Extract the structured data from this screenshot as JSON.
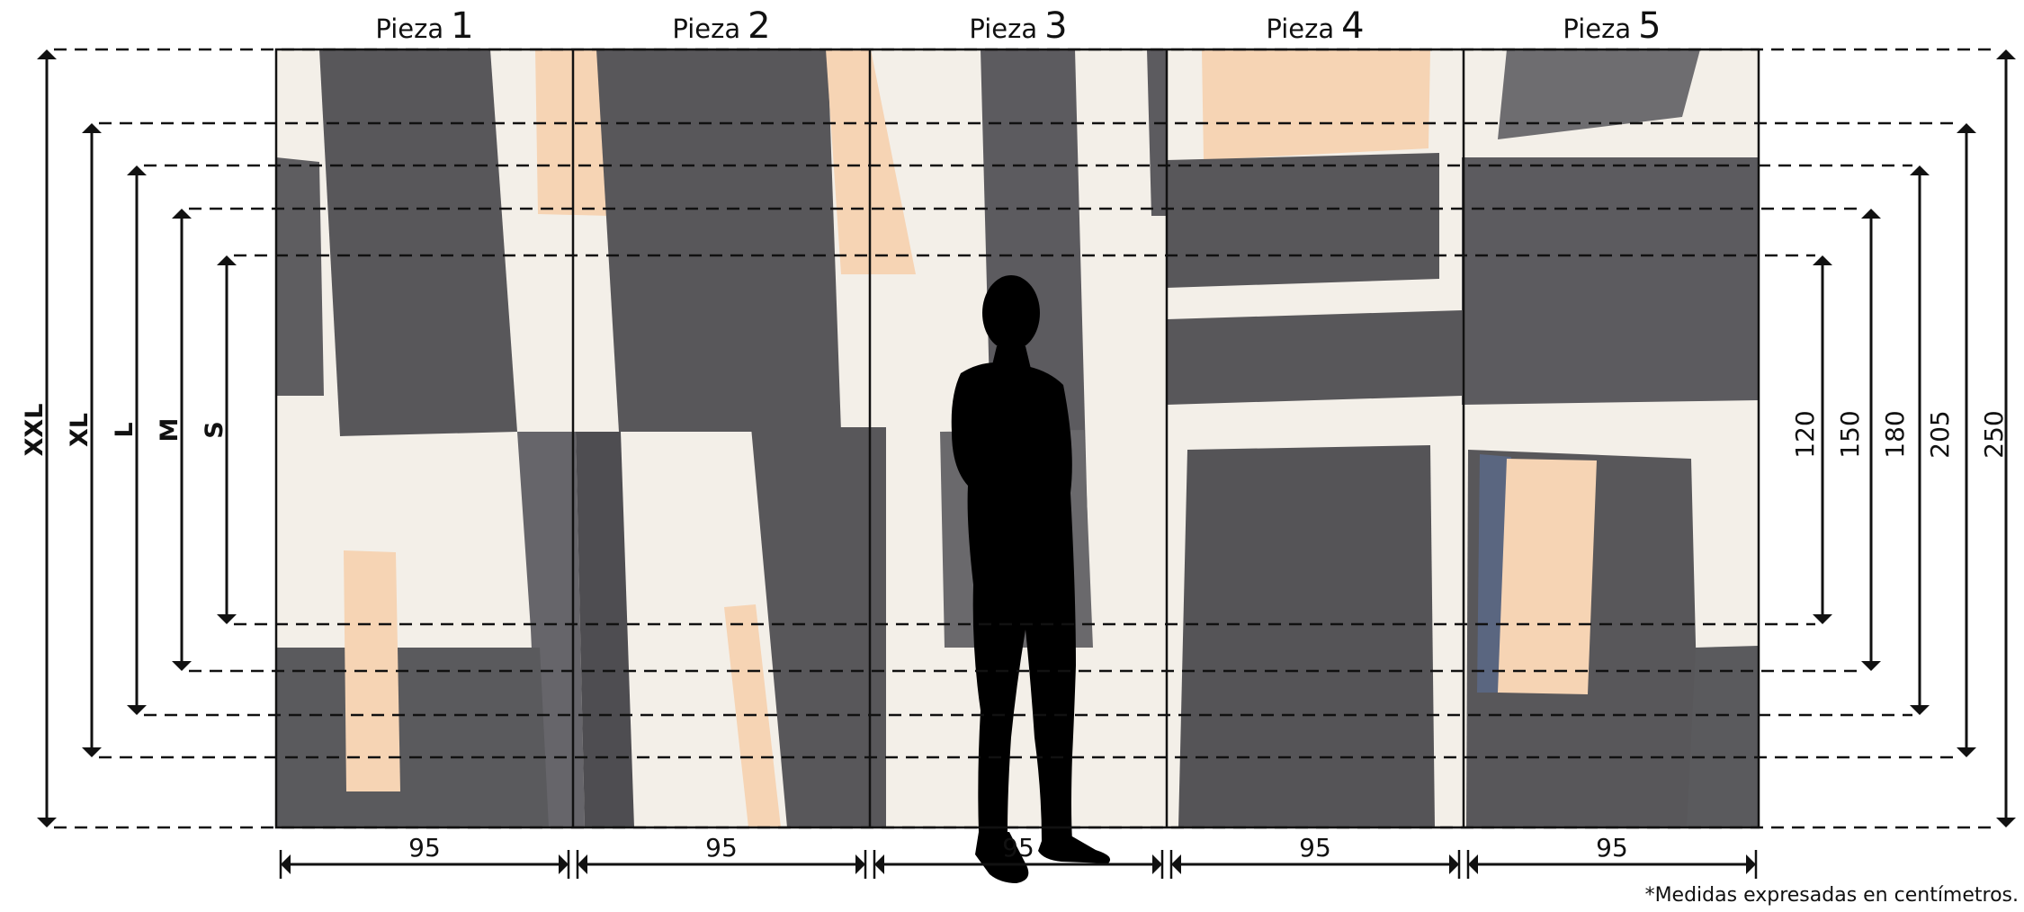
{
  "pieces": [
    {
      "word": "Pieza",
      "num": "1",
      "width": "95"
    },
    {
      "word": "Pieza",
      "num": "2",
      "width": "95"
    },
    {
      "word": "Pieza",
      "num": "3",
      "width": "95"
    },
    {
      "word": "Pieza",
      "num": "4",
      "width": "95"
    },
    {
      "word": "Pieza",
      "num": "5",
      "width": "95"
    }
  ],
  "sizes": [
    {
      "label": "XXL",
      "height": "250"
    },
    {
      "label": "XL",
      "height": "205"
    },
    {
      "label": "L",
      "height": "180"
    },
    {
      "label": "M",
      "height": "150"
    },
    {
      "label": "S",
      "height": "120"
    }
  ],
  "footnote": "*Medidas expresadas en centímetros.",
  "colors": {
    "cream": "#f3efe8",
    "charcoal": "#58575a",
    "dark": "#4a494c",
    "peach": "#f6d4b4",
    "navy": "#5a6680",
    "line": "#111111"
  }
}
